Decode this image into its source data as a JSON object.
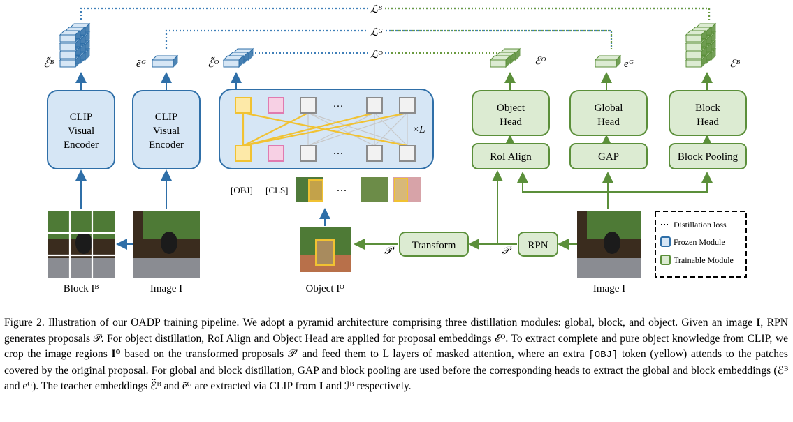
{
  "colors": {
    "frozen_fill": "#d6e6f5",
    "frozen_stroke": "#2f6fa8",
    "trainable_fill": "#dcebd2",
    "trainable_stroke": "#5b8f3a",
    "dotted_blue": "#3f7fb8",
    "dotted_green": "#6a9a3f",
    "obj_yellow": "#f1c232",
    "cls_pink": "#e07bb0"
  },
  "left": {
    "clip_encoder_1": [
      "CLIP",
      "Visual",
      "Encoder"
    ],
    "clip_encoder_2": [
      "CLIP",
      "Visual",
      "Encoder"
    ],
    "emb_block_teacher": "ℰ̃ᴮ",
    "emb_global_teacher": "ẽᴳ",
    "emb_object_teacher": "ℰ̃ᴼ",
    "block_image_label": "Block Iᴮ",
    "image_label": "Image I",
    "object_image_label": "Object Iᴼ",
    "obj_token": "[OBJ]",
    "cls_token": "[CLS]",
    "ellipsis": "···",
    "layers": "×L"
  },
  "losses": {
    "block": "ℒᴮ",
    "global": "ℒᴳ",
    "object": "ℒᴼ"
  },
  "right": {
    "object_head": [
      "Object",
      "Head"
    ],
    "global_head": [
      "Global",
      "Head"
    ],
    "block_head": [
      "Block",
      "Head"
    ],
    "roi_align": "RoI Align",
    "gap": "GAP",
    "block_pooling": "Block Pooling",
    "transform": "Transform",
    "rpn": "RPN",
    "p_prime": "𝒫′",
    "p": "𝒫",
    "emb_object": "ℰᴼ",
    "emb_global": "eᴳ",
    "emb_block": "ℰᴮ",
    "image_label": "Image I"
  },
  "legend": {
    "distill": "Distillation loss",
    "frozen": "Frozen Module",
    "trainable": "Trainable Module"
  },
  "caption": {
    "s1": "Figure 2. Illustration of our OADP training pipeline. We adopt a pyramid architecture comprising three distillation modules: global, block, and object. Given an image ",
    "s2": "I",
    "s3": ", RPN generates proposals 𝒫. For object distillation, RoI Align and Object Head are applied for proposal embeddings ℰᴼ. To extract complete and pure object knowledge from CLIP, we crop the image regions ",
    "s4": "Iᴼ",
    "s5": " based on the transformed proposals 𝒫′ and feed them to L layers of masked attention, where an extra ",
    "s6": "[OBJ]",
    "s7": " token (yellow) attends to the patches covered by the original proposal. For global and block distillation, GAP and block pooling are used before the corresponding heads to extract the global and block embeddings (ℰᴮ and eᴳ). The teacher embeddings ℰ̃ᴮ and ẽᴳ are extracted via CLIP from ",
    "s8": "I",
    "s9": " and ℐᴮ respectively."
  }
}
